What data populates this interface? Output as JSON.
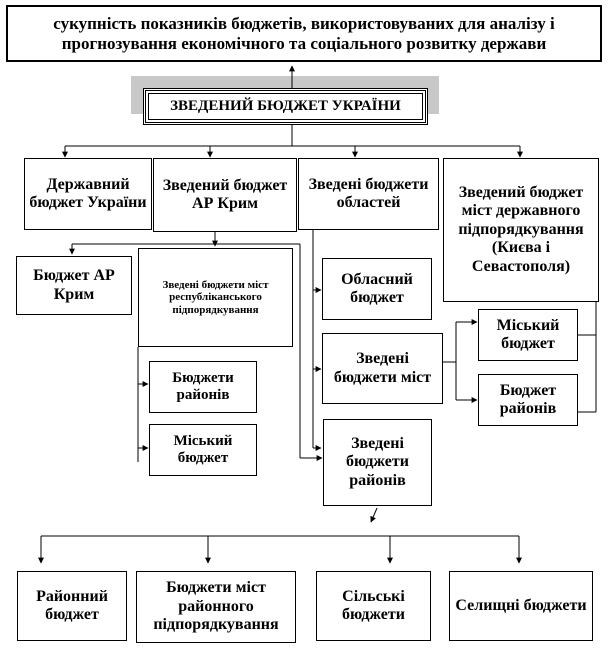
{
  "top": {
    "text": "сукупність показників бюджетів, використовуваних для аналізу і прогнозування економічного та соціального розвитку держави"
  },
  "main": {
    "text": "ЗВЕДЕНИЙ БЮДЖЕТ УКРАЇНИ"
  },
  "level1": {
    "state": "Державний бюджет України",
    "crimea_consolidated": "Зведений бюджет АР Крим",
    "regions_consolidated": "Зведені бюджети областей",
    "cities_special": "Зведений бюджет міст державного підпорядкування (Києва і Севастополя)"
  },
  "level2": {
    "crimea_budget": "Бюджет АР Крим",
    "republican_cities": "Зведені бюджети міст республіканського підпорядкування",
    "district_budgets_crimea": "Бюджети районів",
    "city_budget_crimea": "Міський бюджет",
    "oblast_budget": "Обласний бюджет",
    "consolidated_cities": "Зведені бюджети міст",
    "consolidated_districts": "Зведені бюджети районів",
    "city_budget_special": "Міський бюджет",
    "district_budget_special": "Бюджет районів"
  },
  "bottom": {
    "district": "Районний бюджет",
    "district_cities": "Бюджети міст районного підпорядкування",
    "village": "Сільські бюджети",
    "settlement": "Селищні бюджети"
  }
}
